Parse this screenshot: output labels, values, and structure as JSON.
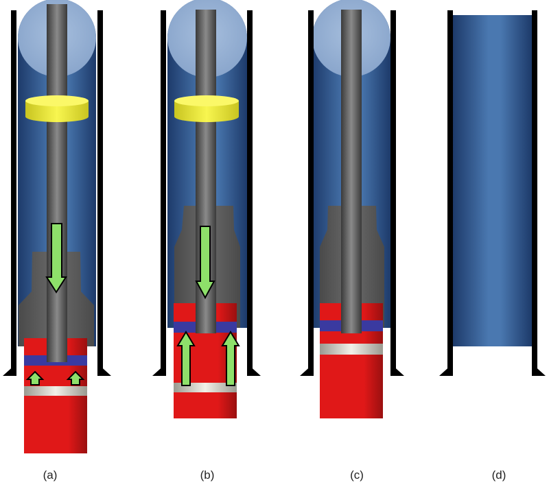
{
  "captions": [
    "(a)",
    "(b)",
    "(c)",
    "(d)"
  ],
  "colors": {
    "tube": "#4a78b0",
    "tube_dark": "#1d3a6a",
    "ball": "#9cb4d6",
    "rod": "#707070",
    "rod_dark": "#3a3a3a",
    "collar": "#f4f03a",
    "cone": "#5a5a5a",
    "block": "#e01818",
    "block_dark": "#a01010",
    "ring": "#3a3aa0",
    "band": "#e8e6df",
    "arrow_fill": "#8ee06a",
    "arrow_stroke": "#000000",
    "wall": "#000000"
  },
  "panels": [
    {
      "id": "a",
      "collar": true,
      "cone": true,
      "rod": true,
      "block": true,
      "down_arrow": true,
      "up_arrows": "small"
    },
    {
      "id": "b",
      "collar": true,
      "cone": true,
      "rod": true,
      "block": true,
      "down_arrow": true,
      "up_arrows": "large"
    },
    {
      "id": "c",
      "collar": false,
      "cone": true,
      "rod": true,
      "block": true,
      "down_arrow": false,
      "up_arrows": "none"
    },
    {
      "id": "d",
      "collar": false,
      "cone": false,
      "rod": false,
      "block": false,
      "down_arrow": false,
      "up_arrows": "none"
    }
  ]
}
